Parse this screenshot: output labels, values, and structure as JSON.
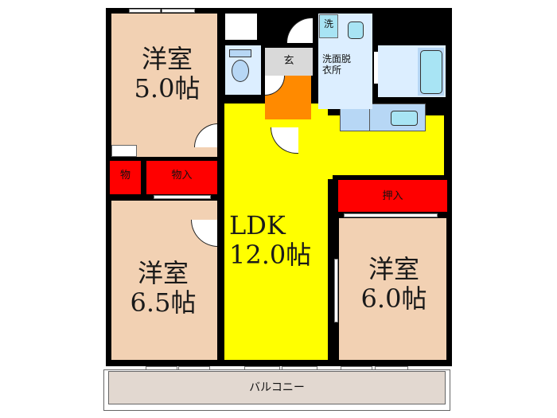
{
  "floor_plan": {
    "rooms": {
      "western_room_1": {
        "name": "洋室",
        "size": "5.0帖",
        "color": "#f2d1b3"
      },
      "western_room_2": {
        "name": "洋室",
        "size": "6.5帖",
        "color": "#f2d1b3"
      },
      "western_room_3": {
        "name": "洋室",
        "size": "6.0帖",
        "color": "#f2d1b3"
      },
      "ldk": {
        "name": "LDK",
        "size": "12.0帖",
        "color": "#ffff00"
      },
      "entrance": {
        "name": "玄",
        "color": "#d9d9d9"
      },
      "entrance_floor": {
        "color": "#ff8a00"
      },
      "washroom": {
        "name_line1": "洗面脱",
        "name_line2": "衣所",
        "color": "#dceeff"
      },
      "washer": {
        "name": "洗",
        "color": "#a8e4f4"
      },
      "storage_small": {
        "name": "物",
        "color": "#ff0000"
      },
      "storage": {
        "name": "物入",
        "color": "#ff0000"
      },
      "closet": {
        "name": "押入",
        "color": "#ff0000"
      },
      "balcony": {
        "name": "バルコニー",
        "color": "#e2d8d0"
      }
    },
    "fixtures": {
      "toilet_color": "#b7d7f5",
      "bath_color": "#a8e4f4",
      "kitchen_color": "#b7d7f5"
    }
  }
}
